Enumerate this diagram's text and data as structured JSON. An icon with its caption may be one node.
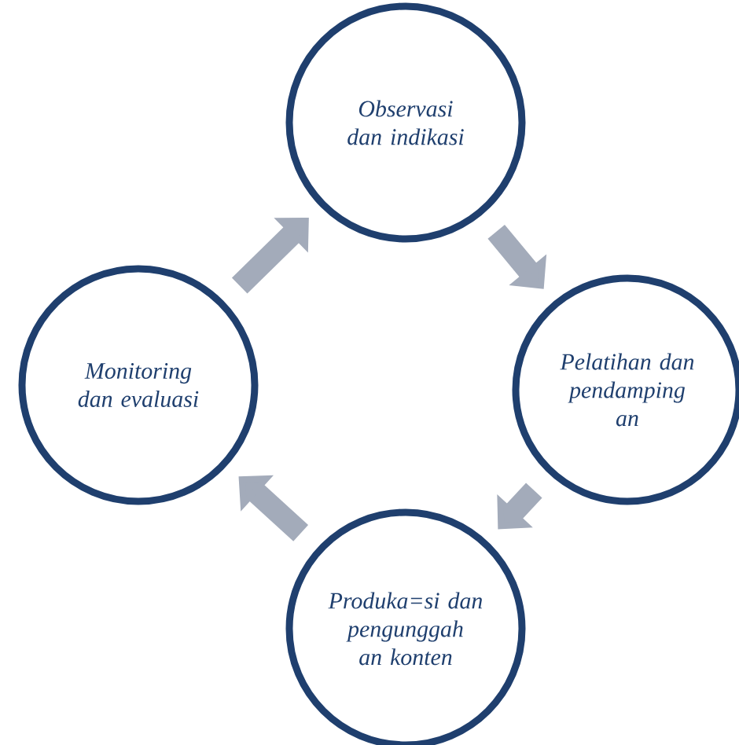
{
  "diagram": {
    "nodes": [
      {
        "text": [
          "Observasi dan indikasi"
        ]
      },
      {
        "text": [
          "Pelatihan dan pendamping an"
        ]
      },
      {
        "text": [
          "Produka=si dan pengunggah an konten"
        ]
      },
      {
        "text": [
          "Monitoring dan evaluasi"
        ]
      }
    ],
    "edges": [
      {
        "from": 0,
        "to": 1,
        "arrow": "to"
      },
      {
        "from": 1,
        "to": 2,
        "arrow": "to"
      },
      {
        "from": 2,
        "to": 3,
        "arrow": "to"
      },
      {
        "from": 3,
        "to": 0,
        "arrow": "to"
      }
    ]
  }
}
